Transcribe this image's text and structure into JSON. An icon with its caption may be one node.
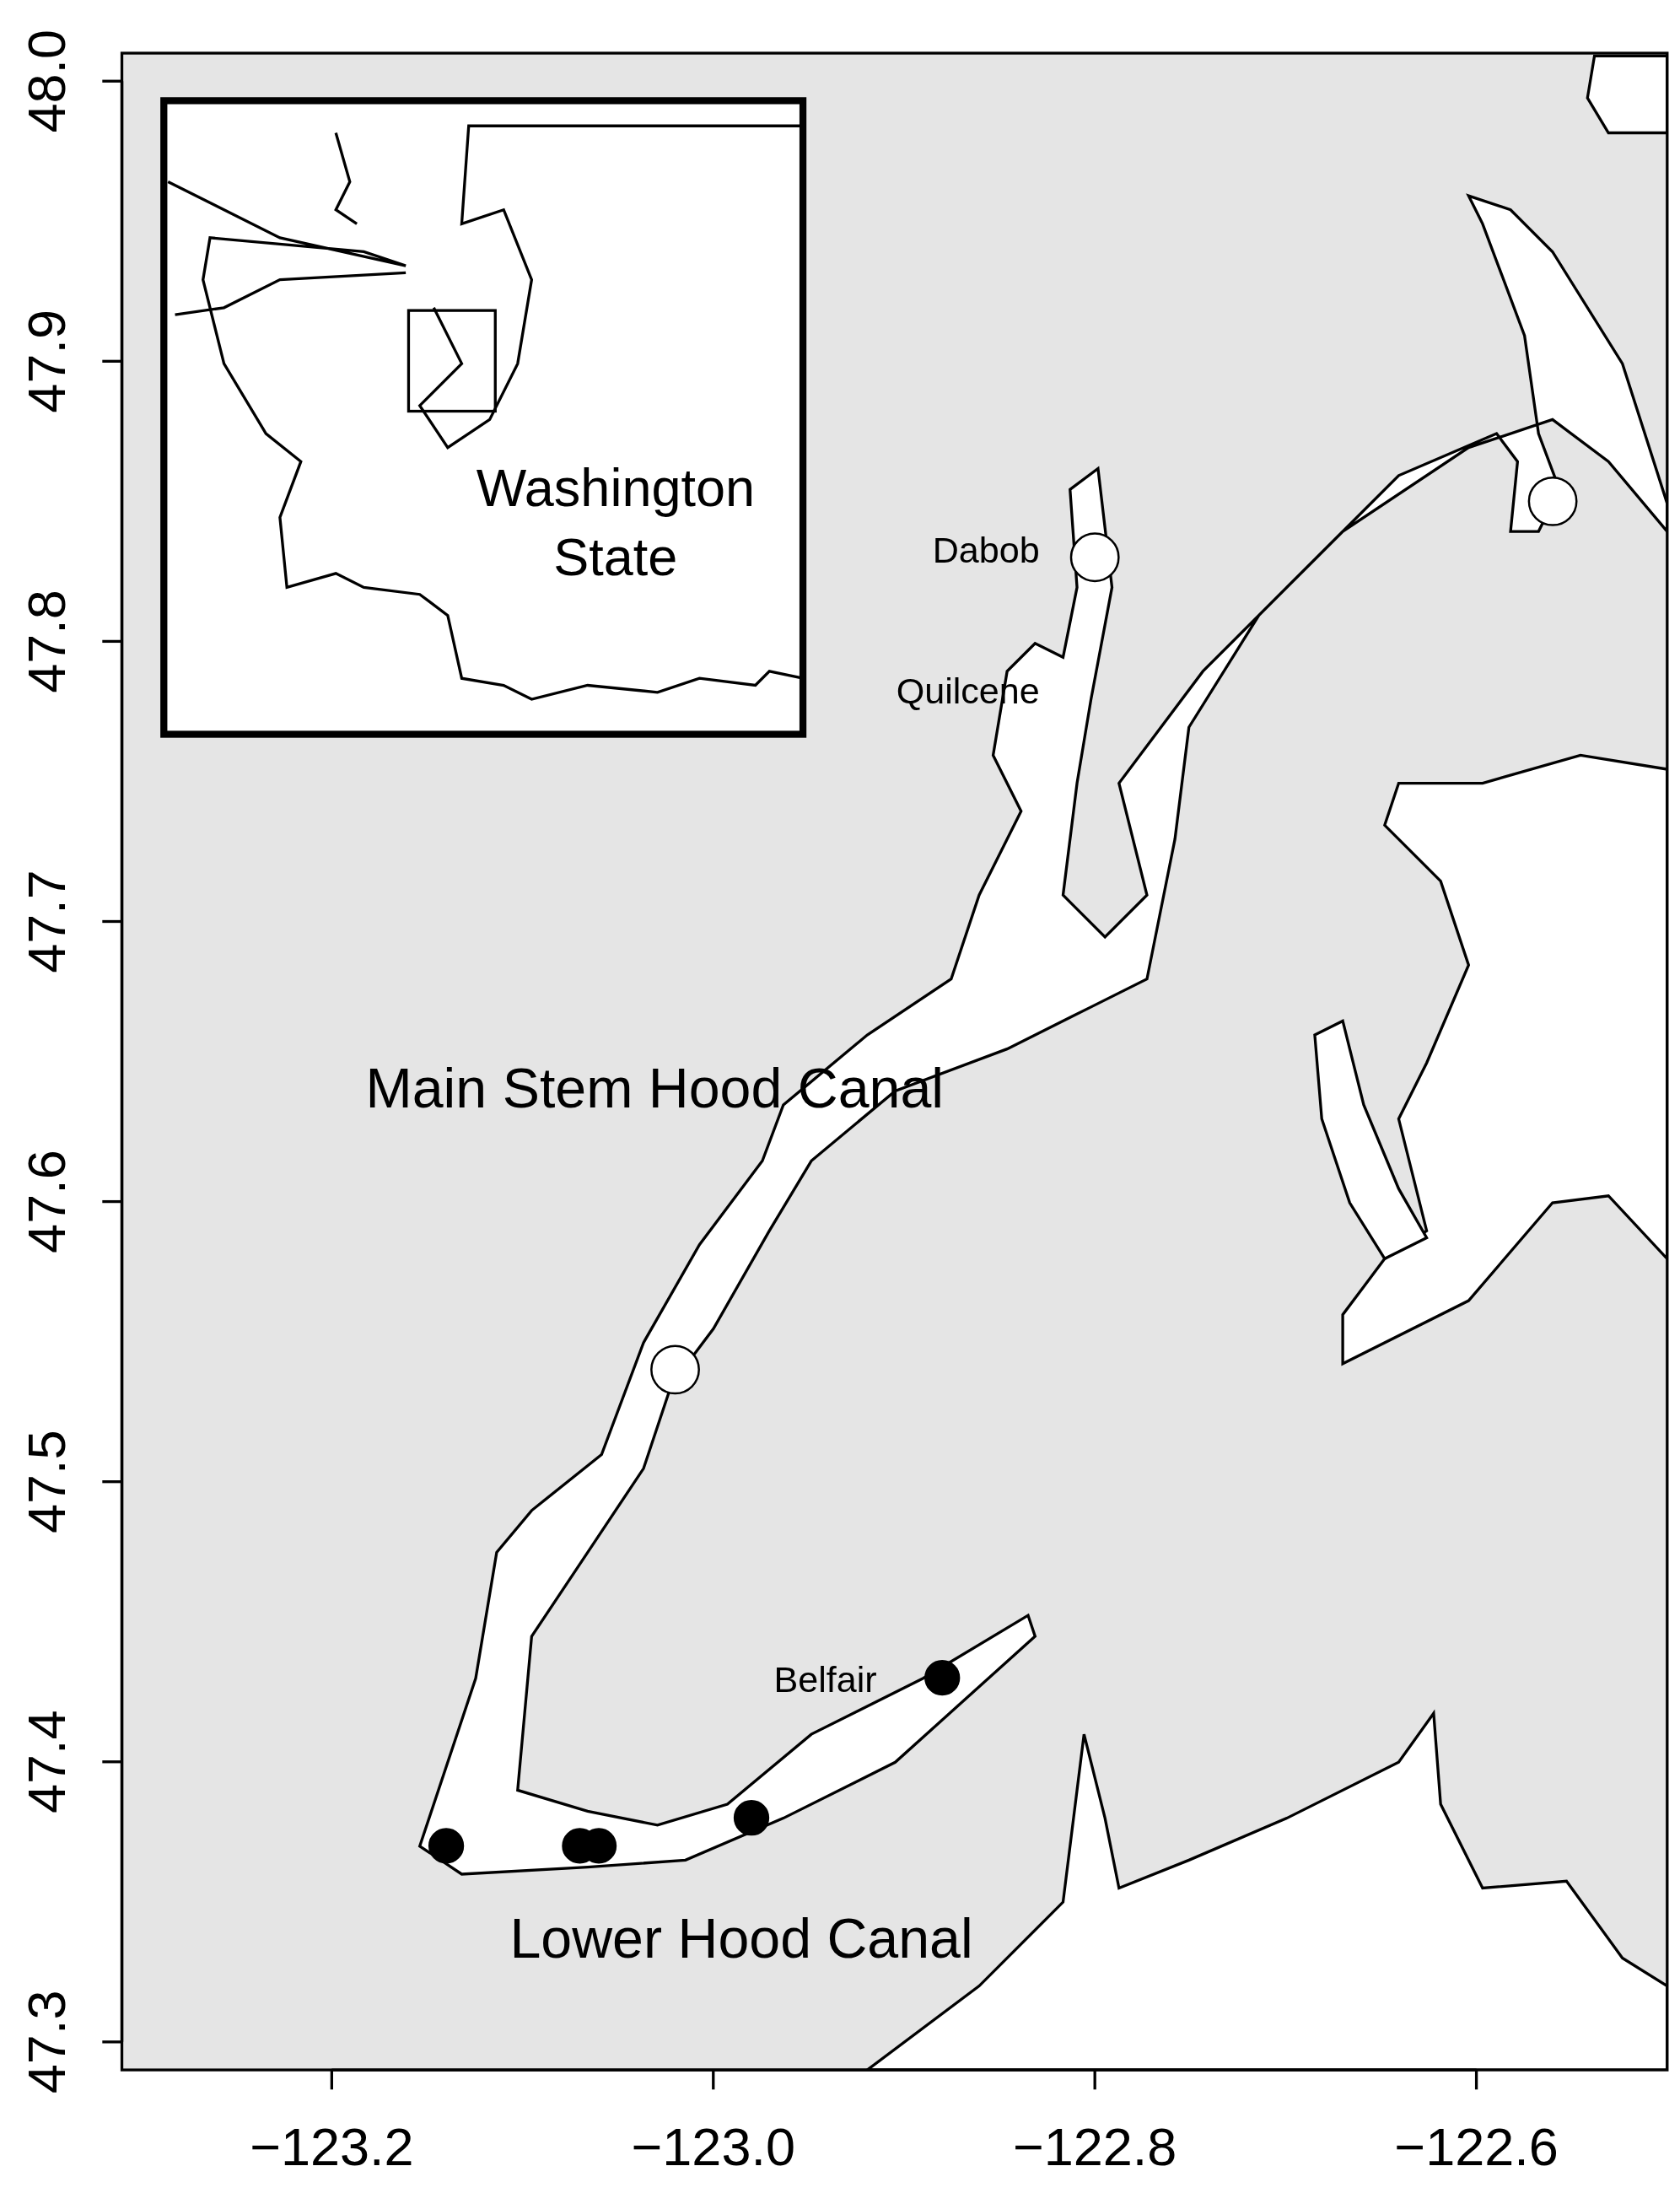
{
  "diagram": {
    "labels": [
      "Washington State",
      "Dabob",
      "Quilcene",
      "Main Stem Hood Canal",
      "Belfair",
      "Lower Hood Canal"
    ],
    "chart_data": {
      "type": "scatter",
      "xlim": [
        -123.31,
        -122.5
      ],
      "ylim": [
        47.29,
        48.01
      ],
      "xticks": [
        {
          "value": -123.2,
          "label": "−123.2"
        },
        {
          "value": -123.0,
          "label": "−123.0"
        },
        {
          "value": -122.8,
          "label": "−122.8"
        },
        {
          "value": -122.6,
          "label": "−122.6"
        }
      ],
      "yticks": [
        {
          "value": 47.3,
          "label": "47.3"
        },
        {
          "value": 47.4,
          "label": "47.4"
        },
        {
          "value": 47.5,
          "label": "47.5"
        },
        {
          "value": 47.6,
          "label": "47.6"
        },
        {
          "value": 47.7,
          "label": "47.7"
        },
        {
          "value": 47.8,
          "label": "47.8"
        },
        {
          "value": 47.9,
          "label": "47.9"
        },
        {
          "value": 48.0,
          "label": "48.0"
        }
      ],
      "x": [
        -122.56,
        -122.8,
        -123.02,
        -123.14,
        -123.07,
        -123.06,
        -122.98,
        -122.88
      ],
      "series": [
        {
          "color": "#ffffff",
          "values": [
            47.85,
            47.83,
            47.54,
            null,
            null,
            null,
            null,
            null
          ]
        },
        {
          "color": "#000000",
          "values": [
            null,
            null,
            null,
            47.37,
            47.37,
            47.37,
            47.38,
            47.43
          ]
        }
      ]
    }
  }
}
